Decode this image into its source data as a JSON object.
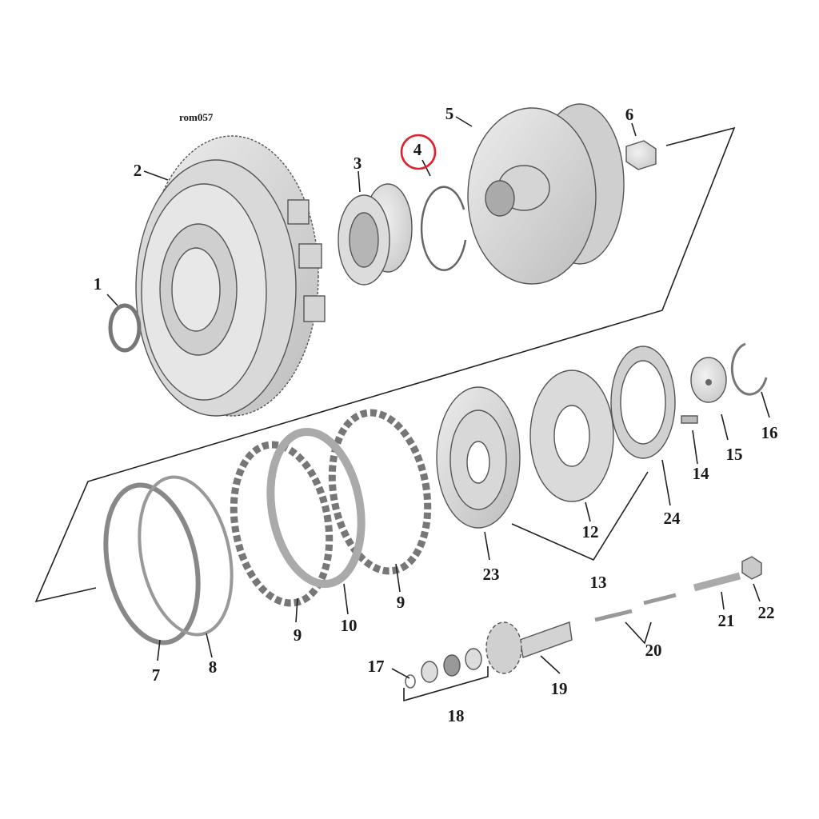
{
  "diagram": {
    "reference": "rom057",
    "highlight_color": "#e0202a",
    "highlighted_callout": "4",
    "parts": [
      {
        "callout": "1",
        "icon": "retaining-ring-icon"
      },
      {
        "callout": "2",
        "icon": "clutch-shell-icon"
      },
      {
        "callout": "3",
        "icon": "bearing-icon"
      },
      {
        "callout": "4",
        "icon": "snap-ring-icon"
      },
      {
        "callout": "5",
        "icon": "clutch-hub-icon"
      },
      {
        "callout": "6",
        "icon": "hub-nut-icon"
      },
      {
        "callout": "7",
        "icon": "spring-ring-icon"
      },
      {
        "callout": "8",
        "icon": "spring-ring-icon"
      },
      {
        "callout": "9",
        "icon": "friction-plate-icon"
      },
      {
        "callout": "10",
        "icon": "steel-plate-icon"
      },
      {
        "callout": "12",
        "icon": "diaphragm-spring-icon"
      },
      {
        "callout": "13",
        "icon": "group-bracket-icon"
      },
      {
        "callout": "14",
        "icon": "bolt-icon"
      },
      {
        "callout": "15",
        "icon": "adjuster-plate-icon"
      },
      {
        "callout": "16",
        "icon": "retaining-ring-icon"
      },
      {
        "callout": "17",
        "icon": "clip-icon"
      },
      {
        "callout": "18",
        "icon": "bearing-kit-icon"
      },
      {
        "callout": "19",
        "icon": "release-gear-icon"
      },
      {
        "callout": "20",
        "icon": "push-rod-icon"
      },
      {
        "callout": "21",
        "icon": "adjusting-screw-icon"
      },
      {
        "callout": "22",
        "icon": "lock-nut-icon"
      },
      {
        "callout": "23",
        "icon": "pressure-plate-icon"
      },
      {
        "callout": "24",
        "icon": "spring-seat-icon"
      }
    ]
  }
}
